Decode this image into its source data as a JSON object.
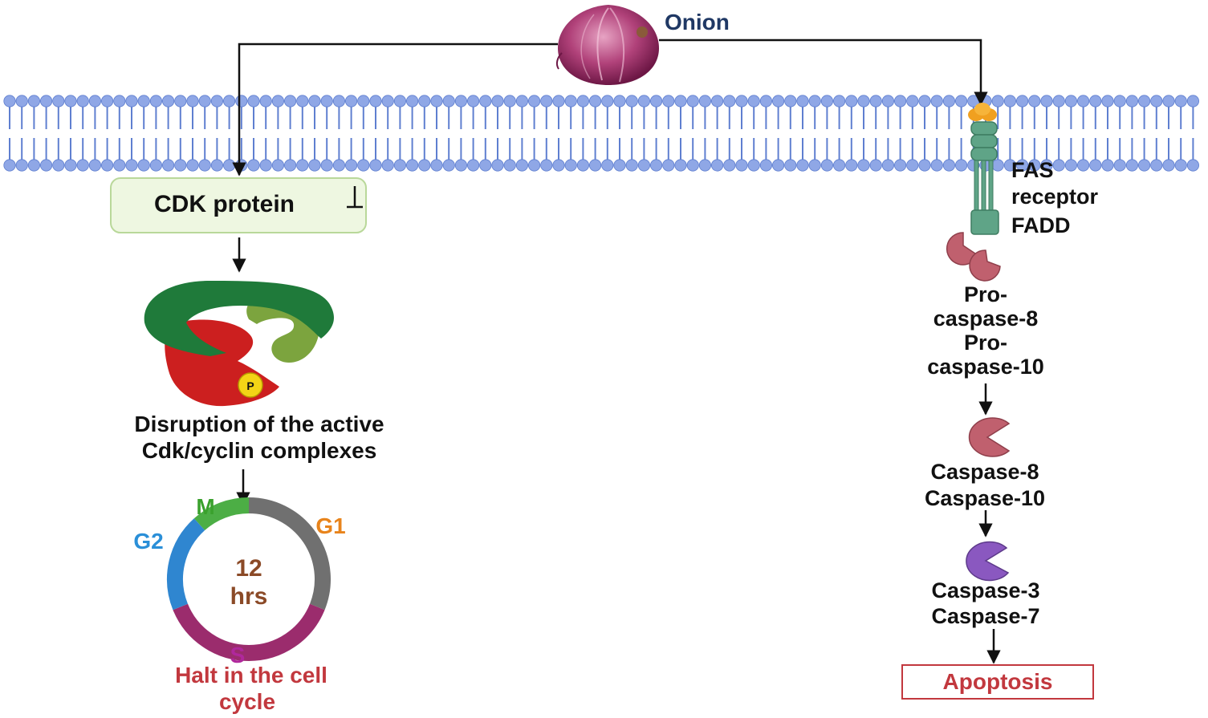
{
  "source": {
    "label": "Onion"
  },
  "cell_cycle_branch": {
    "target": "CDK protein",
    "effect_line1": "Disruption of the  active",
    "effect_line2": "Cdk/cyclin complexes",
    "phase_labels": {
      "m": "M",
      "g1": "G1",
      "g2": "G2",
      "s": "S"
    },
    "center_line1": "12",
    "center_line2": "hrs",
    "outcome_line1": "Halt in the cell",
    "outcome_line2": "cycle"
  },
  "apoptosis_branch": {
    "receptor_line1": "FAS",
    "receptor_line2": "receptor",
    "adaptor": "FADD",
    "procaspase_lines": [
      "Pro-",
      "caspase-8",
      "Pro-",
      "caspase-10"
    ],
    "initiator_lines": [
      "Caspase-8",
      "Caspase-10"
    ],
    "executioner_lines": [
      "Caspase-3",
      "Caspase-7"
    ],
    "outcome": "Apoptosis"
  },
  "colors": {
    "membrane": "#8fa7e6",
    "membrane_dark": "#5f7fd0",
    "arrow": "#111111",
    "label_dark": "#111111",
    "onion_label": "#1f3864",
    "cdk_box_fill": "#eef7e1",
    "cdk_box_stroke": "#b9d89a",
    "cyclin_dark_green": "#1f7a3a",
    "cyclin_light_green": "#7ca43e",
    "cdk_red": "#cc1f1f",
    "phosphate_yellow": "#f3d416",
    "phase_m": "#4cae45",
    "phase_g1": "#707070",
    "phase_g2": "#2f86d0",
    "phase_s": "#9b2c6d",
    "label_m": "#3aa12d",
    "label_g1": "#e8841c",
    "label_g2": "#2a8fd8",
    "label_s": "#b0289c",
    "center_text": "#8b4a27",
    "halt_text": "#c2383e",
    "receptor_green": "#5fa487",
    "ligand_orange": "#f0a020",
    "procaspase": "#c0606e",
    "caspase8": "#c0606e",
    "caspase3": "#8a58c0",
    "apoptosis_stroke": "#c2383e",
    "apoptosis_text": "#c2383e"
  }
}
